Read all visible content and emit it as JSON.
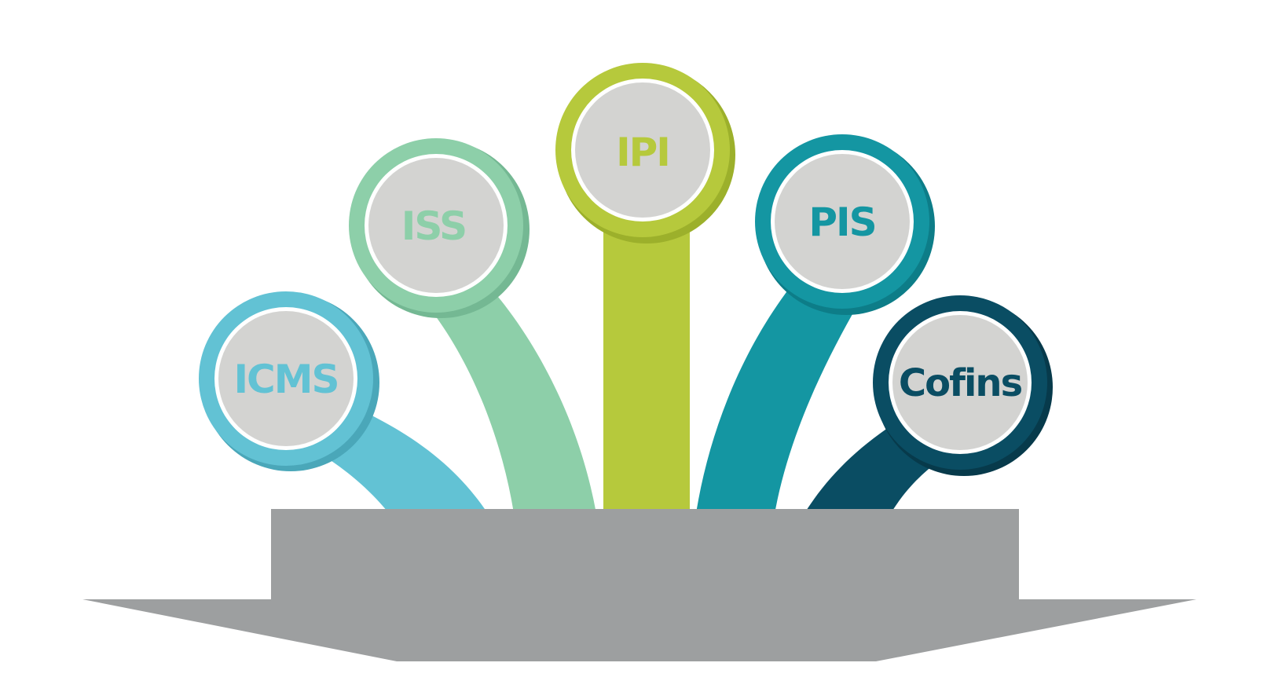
{
  "diagram": {
    "base_color": "#9d9fa0",
    "inner_circle_color": "#d3d3d1",
    "items": [
      {
        "label": "ICMS",
        "color": "#62c2d4",
        "shade": "#4aa7b9"
      },
      {
        "label": "ISS",
        "color": "#8dcfa9",
        "shade": "#74b893"
      },
      {
        "label": "IPI",
        "color": "#b6c93c",
        "shade": "#9cb02b"
      },
      {
        "label": "PIS",
        "color": "#1496a2",
        "shade": "#0d7d88"
      },
      {
        "label": "Cofins",
        "color": "#0a4d63",
        "shade": "#073a4b"
      }
    ]
  }
}
